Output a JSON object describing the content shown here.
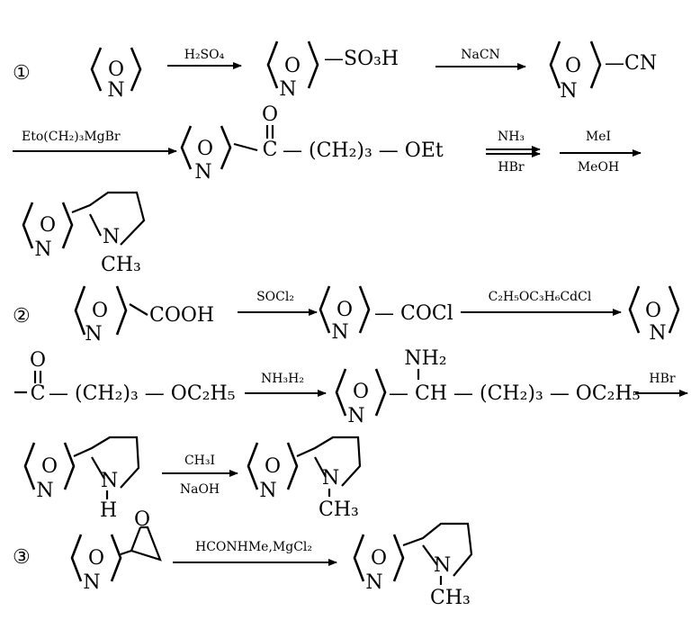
{
  "steps": {
    "s1": {
      "number": "①",
      "r1": "H₂SO₄",
      "r2": "NaCN",
      "sub_so3h": "—SO₃H",
      "sub_cn": "—CN",
      "r3": "Eto(CH₂)₃MgBr",
      "ketone_tail": "— (CH₂)₃ — OEt",
      "r4_top": "NH₃",
      "r4_bot": "HBr",
      "r5_top": "MeI",
      "r5_bot": "MeOH",
      "ch3": "CH₃"
    },
    "s2": {
      "number": "②",
      "cooh": "COOH",
      "r1": "SOCl₂",
      "cocl": "— COCl",
      "r2": "C₂H₅OC₃H₆CdCl",
      "ketone_tail": "— (CH₂)₃ — OC₂H₅",
      "r3": "NH₃H₂",
      "nh2": "NH₂",
      "amine_chain": "— CH — (CH₂)₃ — OC₂H₅",
      "r4": "HBr",
      "h": "H",
      "r5_top": "CH₃I",
      "r5_bot": "NaOH",
      "ch3": "CH₃"
    },
    "s3": {
      "number": "③",
      "r1": "HCONHMe,MgCl₂",
      "ch3": "CH₃"
    },
    "atoms": {
      "o": "O",
      "n": "N",
      "c": "C"
    }
  }
}
